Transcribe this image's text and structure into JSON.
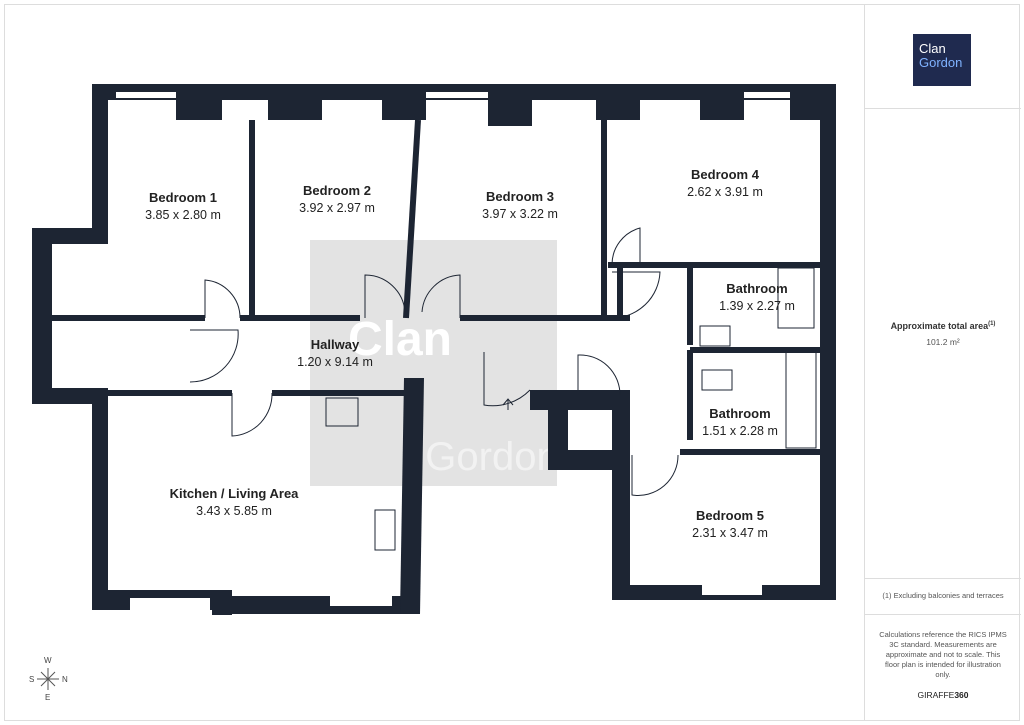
{
  "brand": {
    "line1": "Clan",
    "line2": "Gordon",
    "navy": "#1f2a4f",
    "accent": "#7fb2ff"
  },
  "wall_color": "#1d2533",
  "rooms": [
    {
      "name": "Bedroom 1",
      "dims": "3.85 x 2.80 m"
    },
    {
      "name": "Bedroom 2",
      "dims": "3.92 x 2.97 m"
    },
    {
      "name": "Bedroom 3",
      "dims": "3.97 x 3.22 m"
    },
    {
      "name": "Bedroom 4",
      "dims": "2.62 x 3.91 m"
    },
    {
      "name": "Bathroom",
      "dims": "1.39 x 2.27 m"
    },
    {
      "name": "Hallway",
      "dims": "1.20 x 9.14 m"
    },
    {
      "name": "Bathroom",
      "dims": "1.51 x 2.28 m"
    },
    {
      "name": "Kitchen / Living Area",
      "dims": "3.43 x 5.85 m"
    },
    {
      "name": "Bedroom 5",
      "dims": "2.31 x 3.47 m"
    }
  ],
  "area": {
    "label": "Approximate total area",
    "sup": "(1)",
    "value": "101.2 m²"
  },
  "footnote": "(1) Excluding balconies and terraces",
  "disclaimer": "Calculations reference the RICS IPMS 3C standard. Measurements are approximate and not to scale. This floor plan is intended for illustration only.",
  "provider": {
    "a": "GIRAFFE",
    "b": "360"
  },
  "compass": {
    "n": "N",
    "s": "S",
    "e": "E",
    "w": "W"
  }
}
